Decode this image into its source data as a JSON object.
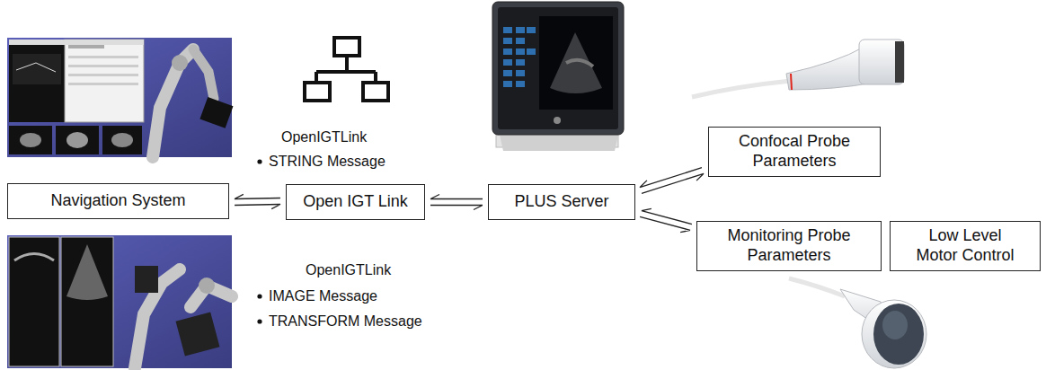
{
  "diagram": {
    "nodes": [
      {
        "text": [
          "Navigation System"
        ]
      },
      {
        "text": [
          "Open IGT Link"
        ]
      },
      {
        "text": [
          "PLUS Server"
        ]
      },
      {
        "text": [
          "Confocal Probe Parameters"
        ]
      },
      {
        "text": [
          "Monitoring Probe Parameters"
        ]
      },
      {
        "text": [
          "Low Level Motor Control"
        ]
      }
    ],
    "edges": [
      {
        "from": 0,
        "to": 1,
        "arrow": "both"
      },
      {
        "from": 1,
        "to": 2,
        "arrow": "both"
      },
      {
        "from": 2,
        "to": 3,
        "arrow": "both"
      },
      {
        "from": 2,
        "to": 4,
        "arrow": "both"
      }
    ],
    "labels": [
      "OpenIGTLink",
      "STRING Message",
      "OpenIGTLink",
      "IMAGE Message",
      "TRANSFORM Message"
    ]
  }
}
